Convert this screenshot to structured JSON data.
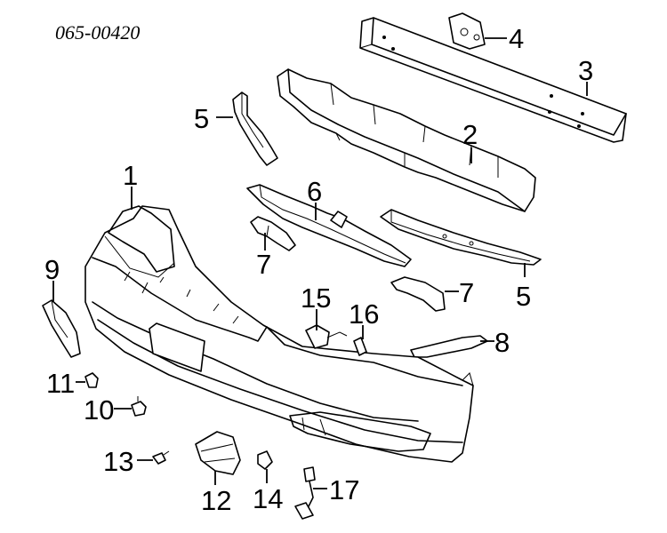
{
  "catalog_number": "065-00420",
  "callouts": [
    "1",
    "2",
    "3",
    "4",
    "5",
    "5",
    "6",
    "7",
    "7",
    "8",
    "9",
    "10",
    "11",
    "12",
    "13",
    "14",
    "15",
    "16",
    "17"
  ]
}
